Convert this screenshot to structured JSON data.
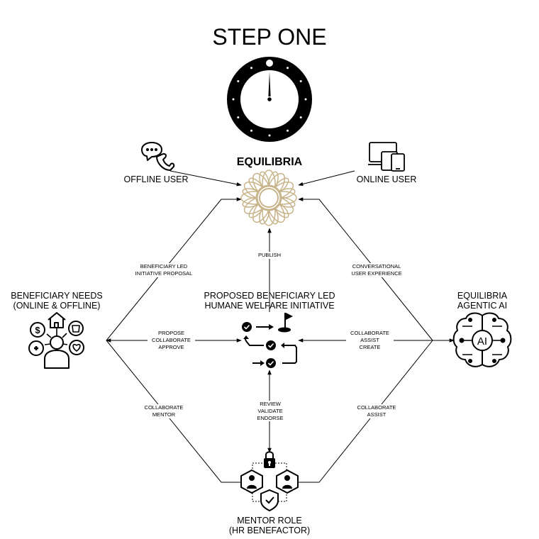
{
  "title": "STEP ONE",
  "nodes": {
    "equilibria": "EQUILIBRIA",
    "offline_user": "OFFLINE USER",
    "online_user": "ONLINE USER",
    "beneficiary_needs": [
      "BENEFICIARY NEEDS",
      "(ONLINE & OFFLINE)"
    ],
    "initiative": [
      "PROPOSED BENEFICIARY LED",
      "HUMANE WELFARE INITIATIVE"
    ],
    "agentic_ai": [
      "EQUILIBRIA",
      "AGENTIC AI"
    ],
    "mentor": [
      "MENTOR ROLE",
      "(HR BENEFACTOR)"
    ]
  },
  "edges": {
    "publish": [
      "PUBLISH"
    ],
    "beneficiary_led": [
      "BENEFICIARY LED",
      "INITIATIVE PROPOSAL"
    ],
    "conversational": [
      "CONVERSATIONAL",
      "USER EXPERIENCE"
    ],
    "propose": [
      "PROPOSE",
      "COLLABORATE",
      "APPROVE"
    ],
    "collab_assist_create": [
      "COLLABORATE",
      "ASSIST",
      "CREATE"
    ],
    "review": [
      "REVIEW",
      "VALIDATE",
      "ENDORSE"
    ],
    "collab_mentor": [
      "COLLABORATE",
      "MENTOR"
    ],
    "collab_assist": [
      "COLLABORATE",
      "ASSIST"
    ]
  },
  "icons": {
    "clock": "clock-icon",
    "phone": "phone-chat-icon",
    "devices": "devices-icon",
    "mandala": "equilibria-mandala-icon",
    "needs": "beneficiary-needs-icon",
    "workflow": "workflow-icon",
    "brain": "ai-brain-icon",
    "mentor": "mentor-group-icon"
  },
  "colors": {
    "line": "#000000",
    "mandala": "#c8b48a",
    "background": "#ffffff"
  },
  "ai_badge_text": "AI"
}
